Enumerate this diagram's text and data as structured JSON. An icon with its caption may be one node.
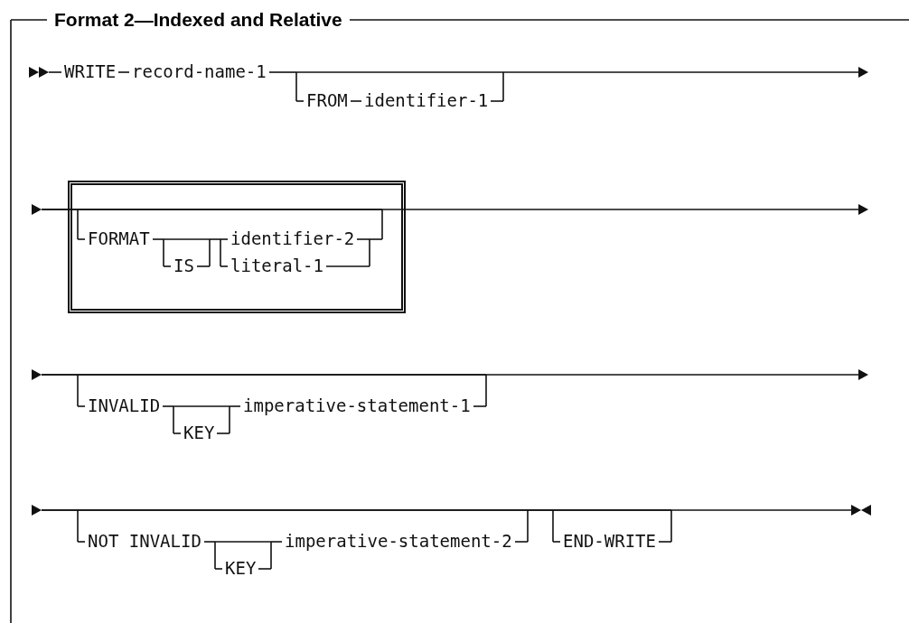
{
  "diagram": {
    "title": "Format 2—Indexed and Relative",
    "nodes": [
      {
        "text": [
          "FORMAT",
          "IS",
          "identifier-2",
          "literal-1"
        ]
      }
    ],
    "labels": [
      "WRITE",
      "record-name-1",
      "FROM",
      "identifier-1",
      "INVALID",
      "KEY",
      "imperative-statement-1",
      "NOT INVALID",
      "KEY",
      "imperative-statement-2",
      "END-WRITE"
    ]
  }
}
